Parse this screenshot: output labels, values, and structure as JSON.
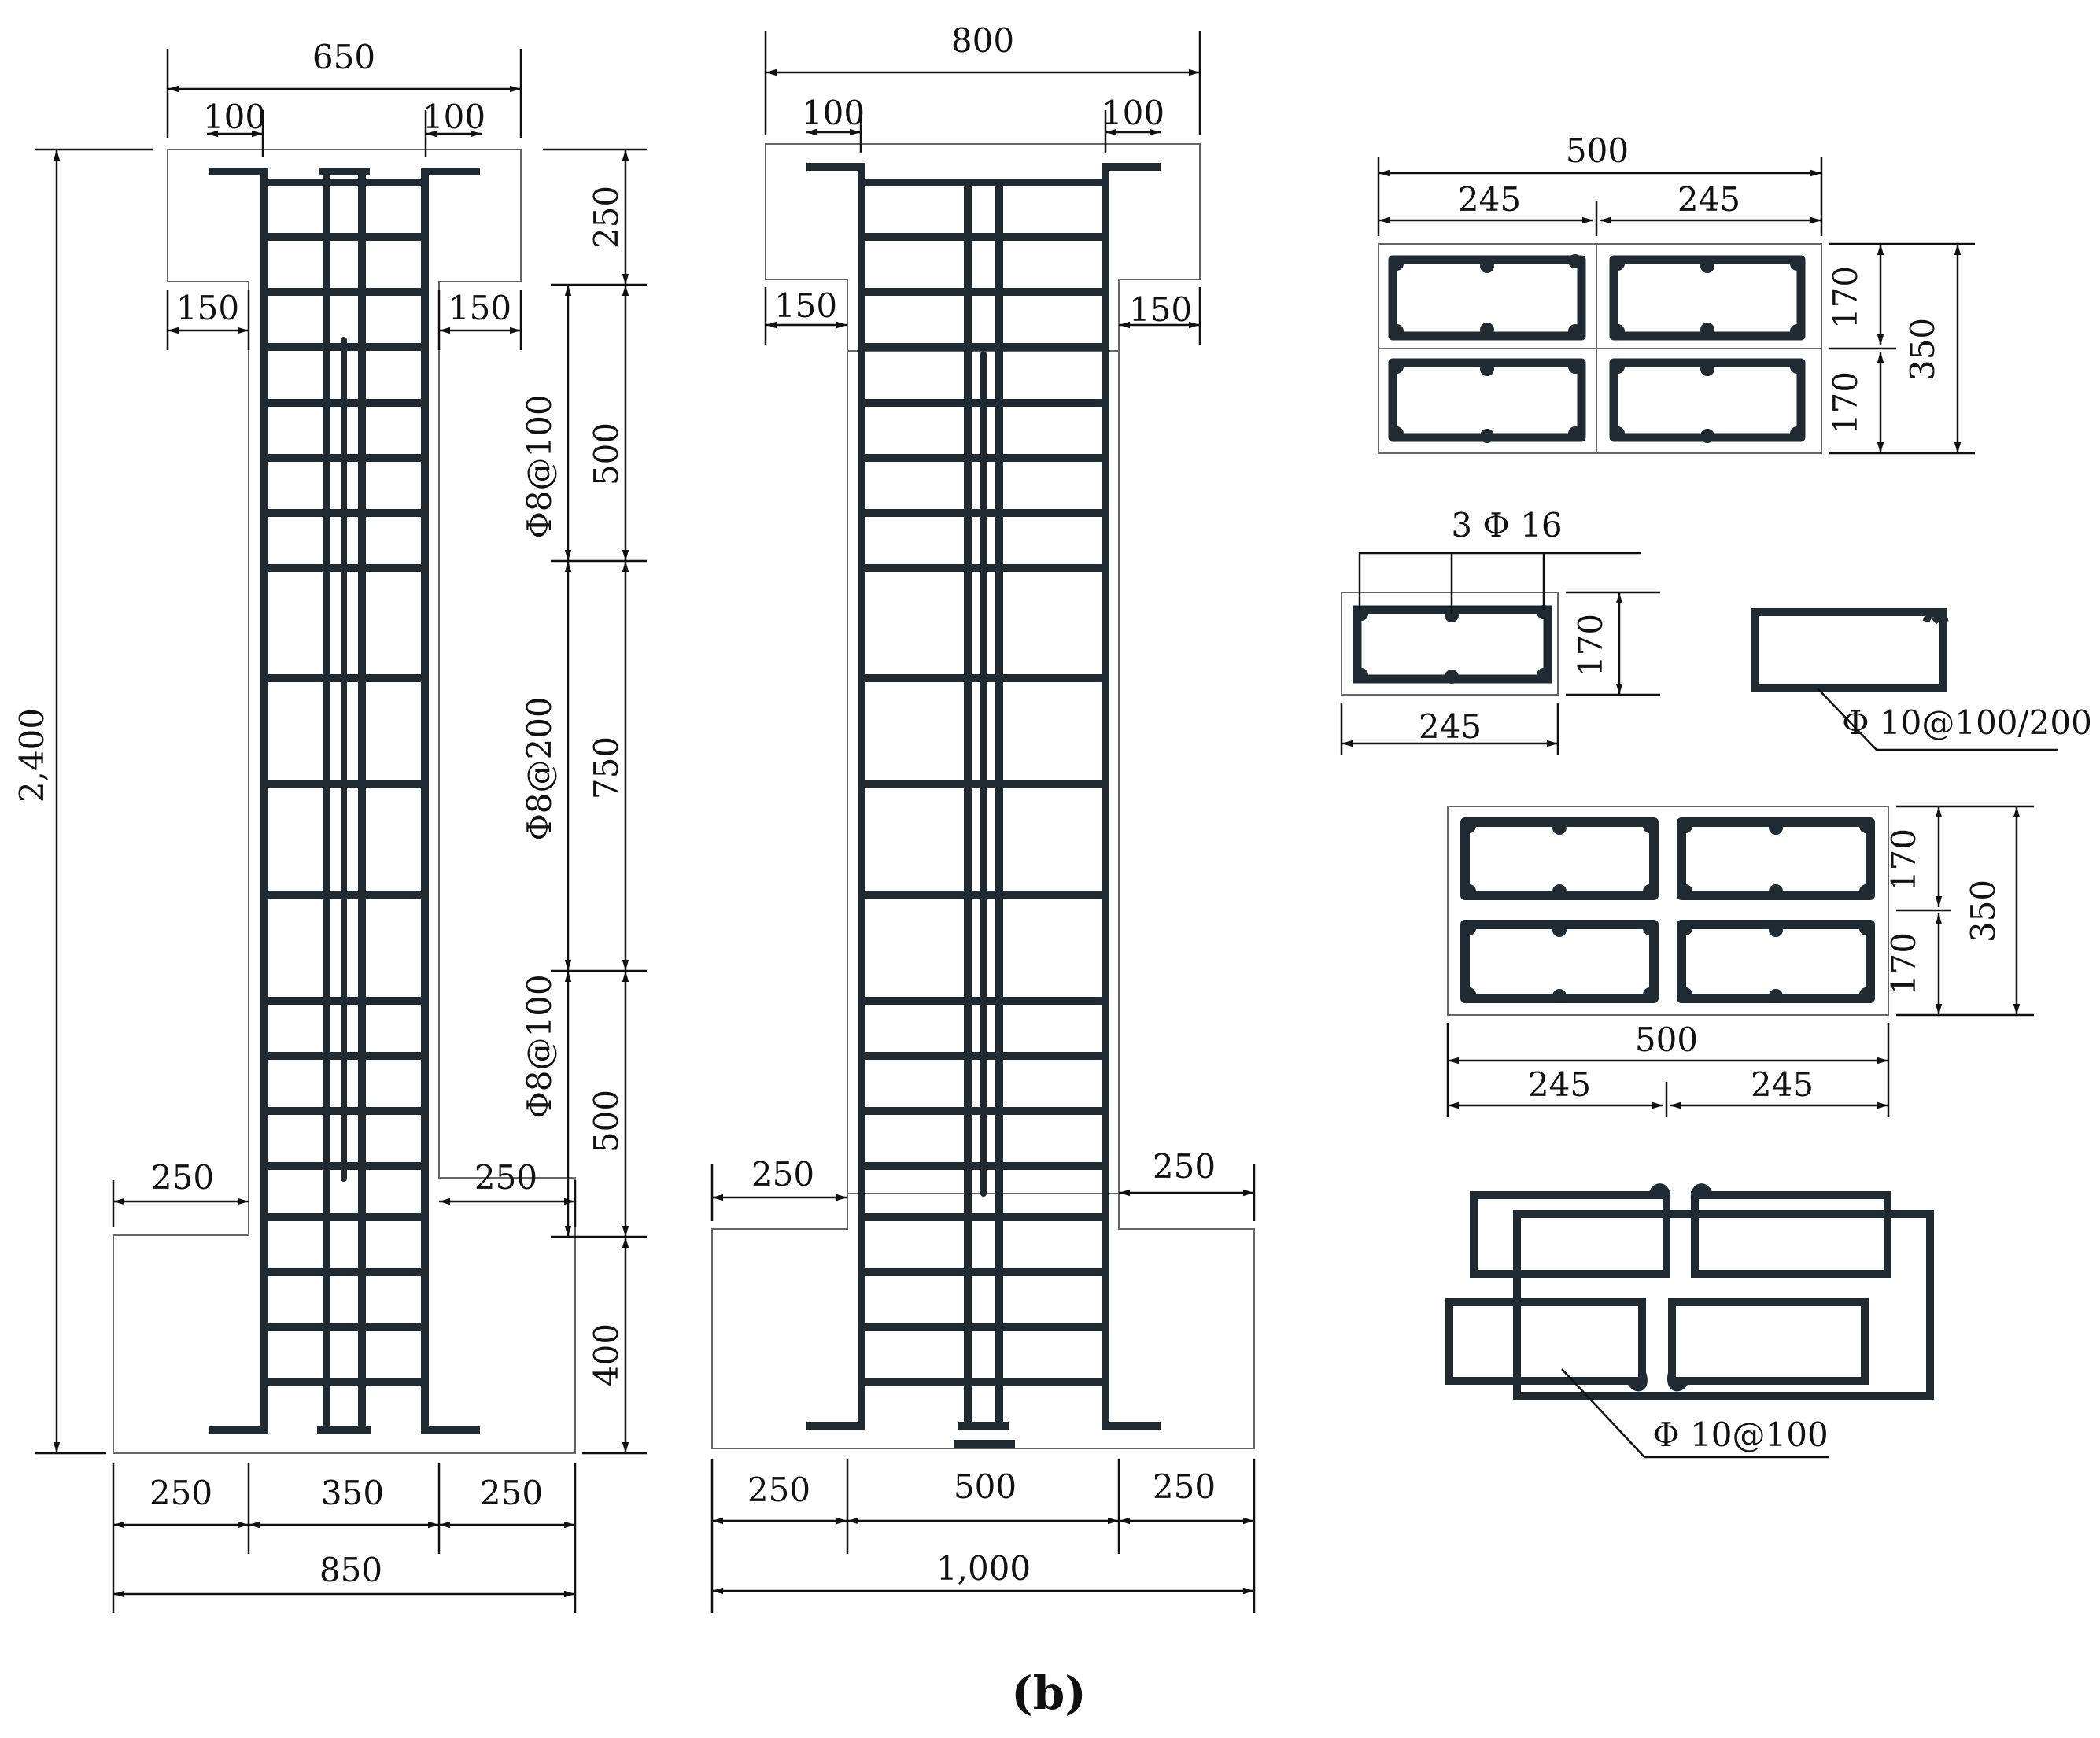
{
  "colors": {
    "rebar": "#1f2a33",
    "line": "#111111",
    "outline": "#666666"
  },
  "panel_label": "(b)",
  "elevation_left": {
    "dims_top": {
      "overall": "650",
      "left": "100",
      "right": "100"
    },
    "dims_flange": {
      "left": "150",
      "right": "150"
    },
    "dims_base": {
      "left": "250",
      "right": "250"
    },
    "dims_bottom": {
      "a": "250",
      "b": "350",
      "c": "250",
      "total": "850"
    },
    "height": "2,400",
    "segments": [
      "250",
      "500",
      "750",
      "500",
      "400"
    ],
    "stirrup_labels": [
      "Φ8@100",
      "Φ8@200",
      "Φ8@100"
    ]
  },
  "elevation_right": {
    "dims_top": {
      "overall": "800",
      "left": "100",
      "right": "100"
    },
    "dims_flange": {
      "left": "150",
      "right": "150"
    },
    "dims_base": {
      "left": "250",
      "right": "250"
    },
    "dims_bottom": {
      "a": "250",
      "b": "500",
      "c": "250",
      "total": "1,000"
    }
  },
  "section_top": {
    "width": "500",
    "half_left": "245",
    "half_right": "245",
    "h1": "170",
    "h2": "170",
    "total": "350"
  },
  "section_single": {
    "bars": "3 Φ 16",
    "height": "170",
    "width": "245"
  },
  "stirrup_single": {
    "label": "Φ 10@100/200"
  },
  "section_cross": {
    "width": "500",
    "half_left": "245",
    "half_right": "245",
    "h1": "170",
    "h2": "170",
    "total": "350"
  },
  "stirrup_cross": {
    "label": "Φ 10@100"
  }
}
